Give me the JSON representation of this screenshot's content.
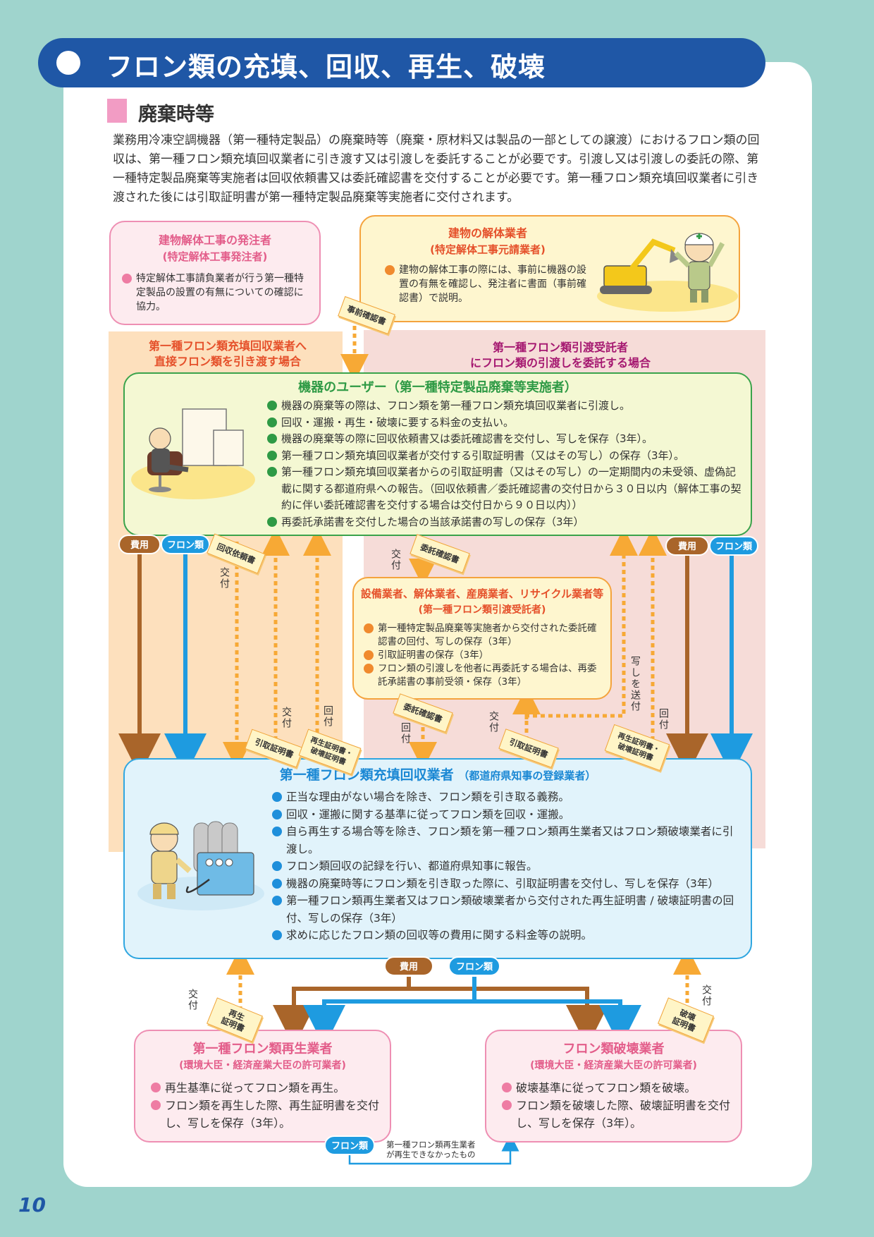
{
  "header": {
    "title": "フロン類の充填、回収、再生、破壊",
    "section": "廃棄時等",
    "intro": "業務用冷凍空調機器（第一種特定製品）の廃棄時等（廃棄・原材料又は製品の一部としての譲渡）におけるフロン類の回収は、第一種フロン類充填回収業者に引き渡す又は引渡しを委託することが必要です。引渡し又は引渡しの委託の際、第一種特定製品廃棄等実施者は回収依頼書又は委託確認書を交付することが必要です。第一種フロン類充填回収業者に引き渡された後には引取証明書が第一種特定製品廃棄等実施者に交付されます。"
  },
  "zones": {
    "left": "第一種フロン類充填回収業者へ\n直接フロン類を引き渡す場合",
    "right": "第一種フロン類引渡受託者\nにフロン類の引渡しを委託する場合"
  },
  "orderer": {
    "title": "建物解体工事の発注者",
    "subtitle": "(特定解体工事発注者)",
    "items": [
      "特定解体工事請負業者が行う第一種特定製品の設置の有無についての確認に協力。"
    ]
  },
  "demolisher": {
    "title": "建物の解体業者",
    "subtitle": "(特定解体工事元請業者)",
    "items": [
      "建物の解体工事の際には、事前に機器の設置の有無を確認し、発注者に書面（事前確認書）で説明。"
    ]
  },
  "user": {
    "title": "機器のユーザー（第一種特定製品廃棄等実施者）",
    "items": [
      "機器の廃棄等の際は、フロン類を第一種フロン類充填回収業者に引渡し。",
      "回収・運搬・再生・破壊に要する料金の支払い。",
      "機器の廃棄等の際に回収依頼書又は委託確認書を交付し、写しを保存（3年）。",
      "第一種フロン類充填回収業者が交付する引取証明書（又はその写し）の保存（3年）。",
      "第一種フロン類充填回収業者からの引取証明書（又はその写し）の一定期間内の未受領、虚偽記載に関する都道府県への報告。（回収依頼書／委託確認書の交付日から３０日以内（解体工事の契約に伴い委託確認書を交付する場合は交付日から９０日以内））",
      "再委託承諾書を交付した場合の当該承諾書の写しの保存（3年）"
    ]
  },
  "agent": {
    "title": "設備業者、解体業者、産廃業者、リサイクル業者等",
    "subtitle": "(第一種フロン類引渡受託者)",
    "items": [
      "第一種特定製品廃棄等実施者から交付された委託確認書の回付、写しの保存（3年）",
      "引取証明書の保存（3年）",
      "フロン類の引渡しを他者に再委託する場合は、再委託承諾書の事前受領・保存（3年）"
    ]
  },
  "collector": {
    "title": "第一種フロン類充填回収業者",
    "subtitle": "（都道府県知事の登録業者）",
    "items": [
      "正当な理由がない場合を除き、フロン類を引き取る義務。",
      "回収・運搬に関する基準に従ってフロン類を回収・運搬。",
      "自ら再生する場合等を除き、フロン類を第一種フロン類再生業者又はフロン類破壊業者に引渡し。",
      "フロン類回収の記録を行い、都道府県知事に報告。",
      "機器の廃棄時等にフロン類を引き取った際に、引取証明書を交付し、写しを保存（3年）",
      "第一種フロン類再生業者又はフロン類破壊業者から交付された再生証明書 / 破壊証明書の回付、写しの保存（3年）",
      "求めに応じたフロン類の回収等の費用に関する料金等の説明。"
    ]
  },
  "regenerator": {
    "title": "第一種フロン類再生業者",
    "subtitle": "(環境大臣・経済産業大臣の許可業者)",
    "items": [
      "再生基準に従ってフロン類を再生。",
      "フロン類を再生した際、再生証明書を交付し、写しを保存（3年）。"
    ]
  },
  "destroyer": {
    "title": "フロン類破壊業者",
    "subtitle": "(環境大臣・経済産業大臣の許可業者)",
    "items": [
      "破壊基準に従ってフロン類を破壊。",
      "フロン類を破壊した際、破壊証明書を交付し、写しを保存（3年）。"
    ]
  },
  "flow": {
    "cost": "費用",
    "freon": "フロン類",
    "deliver": "交付",
    "circulate": "回付",
    "send_copy": "写しを送付",
    "leftover": "第一種フロン類再生業者\nが再生できなかったもの"
  },
  "docs": {
    "prior_check": "事前確認書",
    "request": "回収依頼書",
    "consign": "委託確認書",
    "receipt": "引取証明書",
    "regen_destroy": "再生証明書・\n破壊証明書",
    "regen_cert": "再生\n証明書",
    "destroy_cert": "破壊\n証明書"
  },
  "colors": {
    "title_bar": "#1f57a6",
    "background": "#9fd4cd",
    "cost_arrow": "#a9652a",
    "freon_arrow": "#1e9be0",
    "doc_arrow": "#f7a935"
  },
  "page_number": "10"
}
